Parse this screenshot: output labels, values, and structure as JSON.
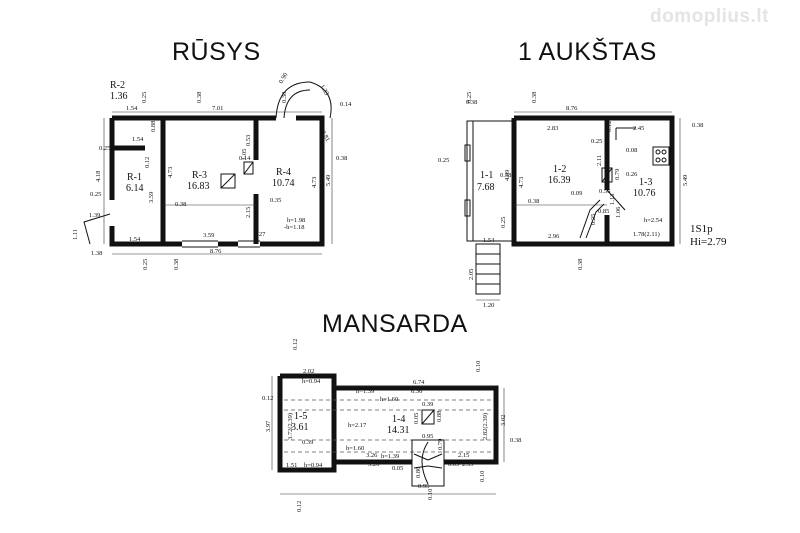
{
  "watermark": "domoplius.lt",
  "sections": {
    "rusys": {
      "title": "RŪSYS",
      "rooms": [
        {
          "id": "R-1",
          "area": "6.14"
        },
        {
          "id": "R-2",
          "area": "1.36"
        },
        {
          "id": "R-3",
          "area": "16.83"
        },
        {
          "id": "R-4",
          "area": "10.74"
        }
      ],
      "dims": [
        "0.25",
        "0.38",
        "7.01",
        "0.14",
        "0.38",
        "5.49",
        "4.73",
        "3.59",
        "1.54",
        "0.12",
        "4.18",
        "0.25",
        "1.39",
        "1.11",
        "1.38",
        "0.25",
        "0.38",
        "8.76",
        "3.59",
        "0.38",
        "1.05",
        "0.14",
        "0.53",
        "2.15",
        "0.35",
        "2.27",
        "4.73",
        "0.88",
        "1.54",
        "0.25",
        "0.38",
        "1.54"
      ],
      "heights": {
        "h_top": "h=1.98",
        "h_bottom": "-h=1.18"
      },
      "door_width": "0.90",
      "stair_label": "1.33",
      "stair_label2": "0.81"
    },
    "aukstas": {
      "title": "1 AUKŠTAS",
      "rooms": [
        {
          "id": "1-1",
          "area": "7.68"
        },
        {
          "id": "1-2",
          "area": "16.39"
        },
        {
          "id": "1-3",
          "area": "10.76"
        }
      ],
      "dims": [
        "0.25",
        "0.38",
        "8.76",
        "0.38",
        "2.83",
        "2.45",
        "0.25",
        "0.38",
        "4.99",
        "4.73",
        "5.49",
        "0.38",
        "0.09",
        "0.56",
        "0.85",
        "2.96",
        "1.54",
        "0.38",
        "0.25",
        "2.05",
        "1.20",
        "0.26",
        "0.08",
        "0.79",
        "2.11",
        "0.25",
        "1.13",
        "1.06",
        "1.78(2.11)",
        "0.12",
        "0.25",
        "0.38"
      ],
      "h_label": "h=2.54",
      "summary": {
        "line1": "1S1p",
        "line2": "Hi=2.79"
      }
    },
    "mansarda": {
      "title": "MANSARDA",
      "rooms": [
        {
          "id": "1-5",
          "area": "3.61"
        },
        {
          "id": "1-4",
          "area": "14.31"
        }
      ],
      "dims": [
        "0.12",
        "2.02",
        "h=0.94",
        "h=1.39",
        "6.74",
        "6.36",
        "h=1.60",
        "0.10",
        "0.12",
        "3.97",
        "3.72(2.39)",
        "h=2.17",
        "0.39",
        "0.05",
        "0.88",
        "2.82(2.39)",
        "3.02",
        "0.38",
        "0.39",
        "h=1.60",
        "h=1.39",
        "0.95",
        "0.79",
        "3.26",
        "3.26",
        "2.15",
        "2.53",
        "1.51",
        "h=0.94",
        "0.05",
        "0.86",
        "0.05",
        "0.10",
        "0.95",
        "0.10",
        "0.12"
      ]
    }
  }
}
